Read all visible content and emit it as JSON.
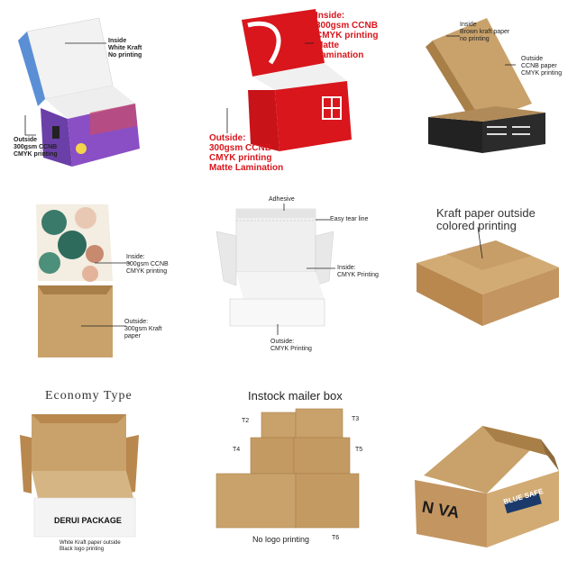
{
  "panel1": {
    "inside_label": "Inside\nWhite Kraft\nNo printing",
    "outside_label": "Outside\n300gsm CCNB\nCMYK printing"
  },
  "panel2": {
    "inside_label": "Inside:\n300gsm CCNB\nCMYK printing\nMatte Lamination",
    "outside_label": "Outside:\n300gsm CCNB\nCMYK printing\nMatte Lamination"
  },
  "panel3": {
    "inside_label": "Inside\nBrown kraft paper\nno printing",
    "outside_label": "Outside\nCCNB paper\nCMYK printing"
  },
  "panel4": {
    "inside_label": "Inside:\n300gsm CCNB\nCMYK printing",
    "outside_label": "Outside:\n300gsm Kraft\npaper"
  },
  "panel5": {
    "adhesive_label": "Adhesive",
    "tear_label": "Easy tear line",
    "inside_label": "Inside:\nCMYK Printing",
    "outside_label": "Outside:\nCMYK Printing"
  },
  "panel6": {
    "caption": "Kraft paper outside\ncolored printing"
  },
  "panel7": {
    "title": "Economy Type",
    "box_text": "DERUI PACKAGE",
    "caption": "White Kraft paper outside\nBlack logo printing"
  },
  "panel8": {
    "title": "Instock mailer box",
    "labels": [
      "T2",
      "T3",
      "T4",
      "T5",
      "T6"
    ],
    "caption": "No logo printing"
  },
  "panel9": {
    "brand": "N VA",
    "side_text": "BLUE SAFE"
  },
  "colors": {
    "kraft": "#c9a26b",
    "kraft_dark": "#a97f48",
    "red": "#d8161c",
    "black_box": "#2b2b2b"
  }
}
